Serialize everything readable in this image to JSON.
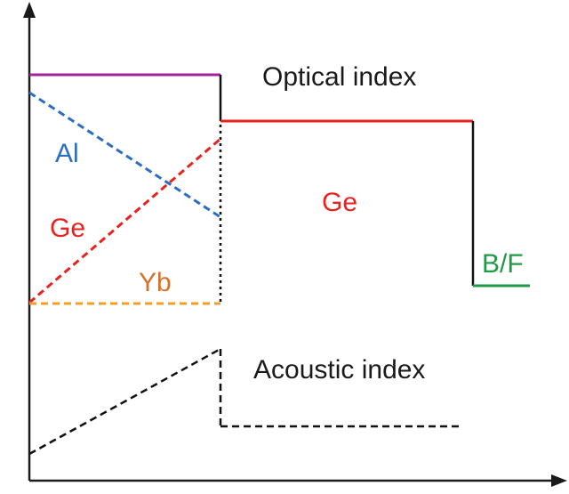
{
  "labels": {
    "optical_index": "Optical index",
    "acoustic_index": "Acoustic index",
    "al": "Al",
    "ge_left": "Ge",
    "ge_right": "Ge",
    "yb": "Yb",
    "bf": "B/F"
  },
  "colors": {
    "axis": "#1a1a1a",
    "magenta": "#a3239b",
    "red": "#e8231f",
    "blue": "#2b6cc4",
    "orange": "#f2a022",
    "green": "#1f9a46",
    "black": "#111111",
    "yb_text": "#d9702a"
  }
}
